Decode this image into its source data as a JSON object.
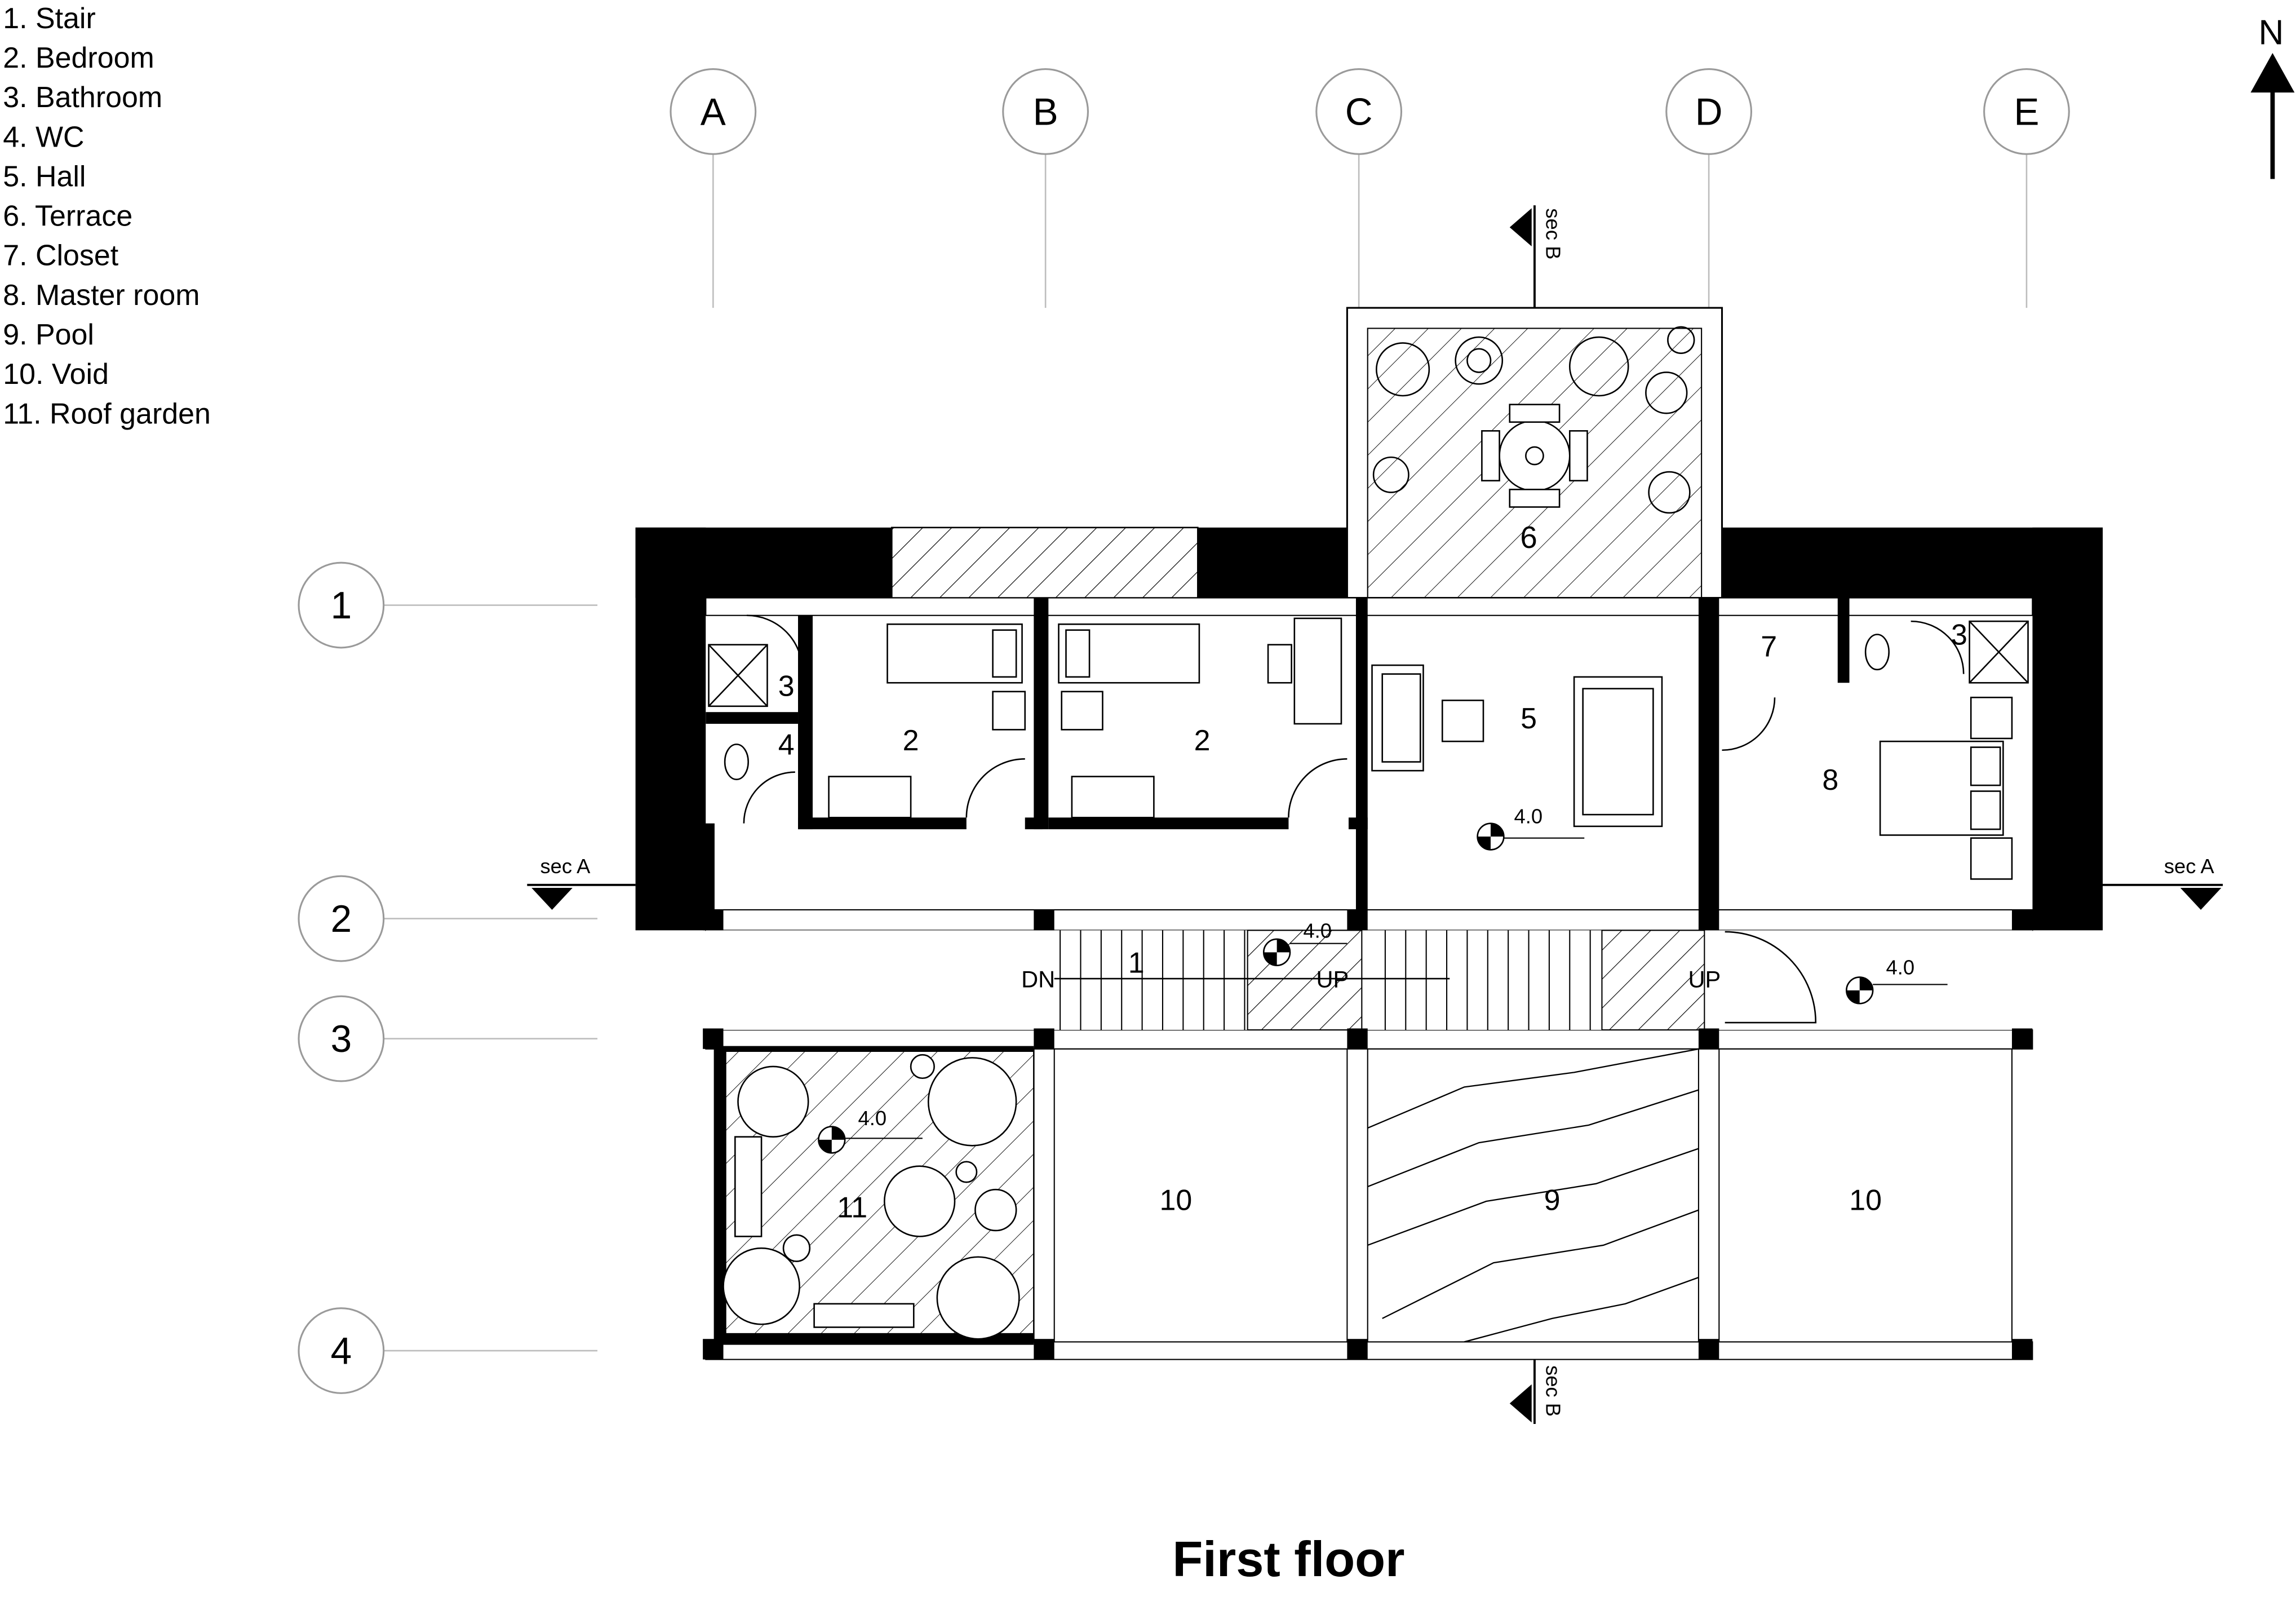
{
  "legend": [
    {
      "label": "1. Stair"
    },
    {
      "label": "2. Bedroom"
    },
    {
      "label": "3. Bathroom"
    },
    {
      "label": "4. WC"
    },
    {
      "label": "5. Hall"
    },
    {
      "label": "6. Terrace"
    },
    {
      "label": "7. Closet"
    },
    {
      "label": "8. Master room"
    },
    {
      "label": "9. Pool"
    },
    {
      "label": "10. Void"
    },
    {
      "label": "11. Roof garden"
    }
  ],
  "grid": {
    "columns": [
      {
        "label": "A"
      },
      {
        "label": "B"
      },
      {
        "label": "C"
      },
      {
        "label": "D"
      },
      {
        "label": "E"
      }
    ],
    "rows": [
      {
        "label": "1"
      },
      {
        "label": "2"
      },
      {
        "label": "3"
      },
      {
        "label": "4"
      }
    ]
  },
  "north_label": "N",
  "sections": {
    "a_label": "sec A",
    "b_label": "sec B"
  },
  "rooms": {
    "bath_west": "3",
    "wc": "4",
    "bedroom_1": "2",
    "bedroom_2": "2",
    "hall": "5",
    "closet": "7",
    "bath_east": "3",
    "master": "8",
    "terrace": "6",
    "stair": "1",
    "roof_garden": "11",
    "void_west": "10",
    "pool": "9",
    "void_east": "10"
  },
  "levels": {
    "hall": "4.0",
    "stair": "4.0",
    "east": "4.0",
    "garden": "4.0"
  },
  "stair_notes": {
    "down": "DN",
    "up_1": "UP",
    "up_2": "UP"
  },
  "caption": "First floor",
  "colors": {
    "ink": "#000000",
    "grid_line": "#bdbdbd",
    "bubble": "#9a9a9a"
  }
}
